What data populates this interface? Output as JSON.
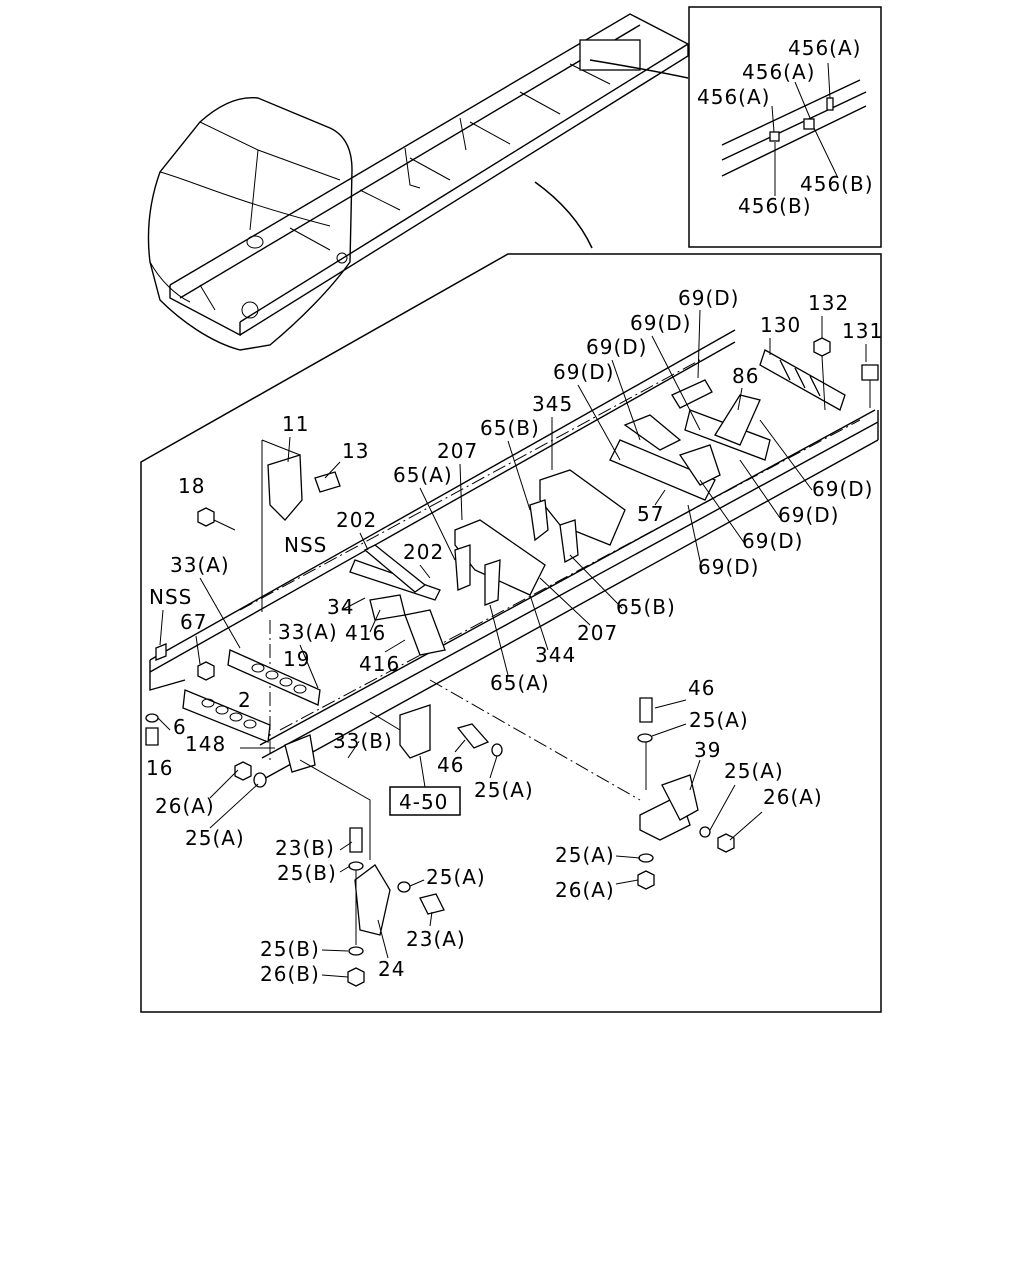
{
  "inset": {
    "labels": [
      "456(A)",
      "456(A)",
      "456(A)",
      "456(B)",
      "456(B)"
    ]
  },
  "parts": {
    "l69d_1": "69(D)",
    "l132": "132",
    "l69d_2": "69(D)",
    "l130": "130",
    "l131": "131",
    "l69d_3": "69(D)",
    "l69d_4": "69(D)",
    "l86": "86",
    "l345": "345",
    "l11": "11",
    "l65b_1": "65(B)",
    "l13": "13",
    "l207_1": "207",
    "l65a_1": "65(A)",
    "l18": "18",
    "l69d_5": "69(D)",
    "l57": "57",
    "l69d_6": "69(D)",
    "l202_1": "202",
    "l69d_7": "69(D)",
    "lnss_1": "NSS",
    "l202_2": "202",
    "l69d_8": "69(D)",
    "l33a_1": "33(A)",
    "l34": "34",
    "lnss_2": "NSS",
    "l416_1": "416",
    "l65b_2": "65(B)",
    "l67": "67",
    "l33a_2": "33(A)",
    "l207_2": "207",
    "l19": "19",
    "l416_2": "416",
    "l344": "344",
    "l2": "2",
    "l65a_2": "65(A)",
    "l46_1": "46",
    "l6": "6",
    "l25a_1": "25(A)",
    "l33b": "33(B)",
    "l148": "148",
    "l39": "39",
    "l16": "16",
    "l46_2": "46",
    "l25a_2": "25(A)",
    "l26a_1": "26(A)",
    "l26a_2": "26(A)",
    "l25a_3": "25(A)",
    "l25a_4": "25(A)",
    "l23b": "23(B)",
    "l25a_5": "25(A)",
    "l25b_1": "25(B)",
    "l25a_6": "25(A)",
    "l26a_3": "26(A)",
    "l23a": "23(A)",
    "l25b_2": "25(B)",
    "l24": "24",
    "l26b": "26(B)"
  },
  "reference_box": "4-50"
}
